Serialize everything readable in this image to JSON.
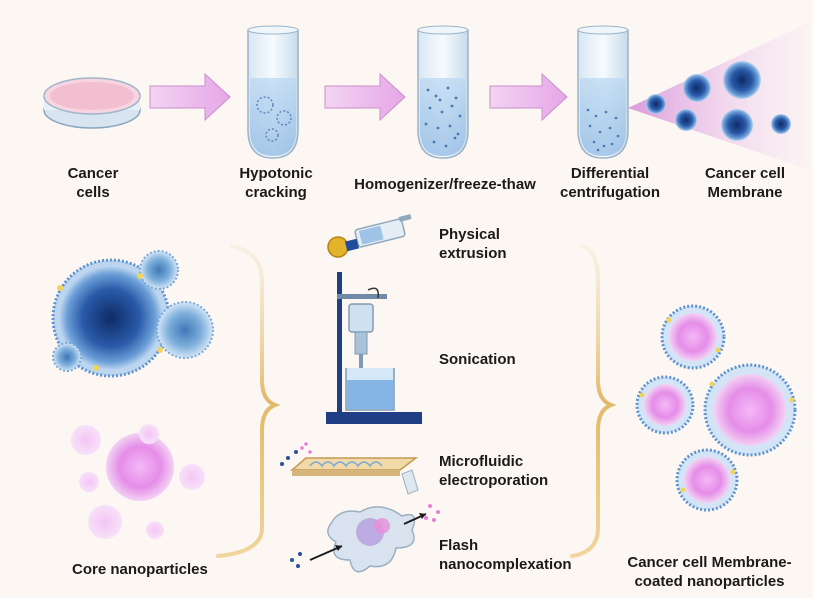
{
  "top_steps": [
    {
      "label": "Cancer\ncells"
    },
    {
      "label": "Hypotonic\ncracking"
    },
    {
      "label": "Homogenizer/freeze-thaw"
    },
    {
      "label": "Differential\ncentrifugation"
    },
    {
      "label": "Cancer cell\nMembrane"
    }
  ],
  "methods": [
    {
      "label": "Physical\nextrusion"
    },
    {
      "label": "Sonication"
    },
    {
      "label": "Microfluidic\nelectroporation"
    },
    {
      "label": "Flash\nnanocomplexation"
    }
  ],
  "left_label": "Core nanoparticles",
  "right_label": "Cancer cell Membrane-\ncoated nanoparticles",
  "colors": {
    "background": "#fcf7f2",
    "arrow": "#ecb6ec",
    "membrane": "#3a78c2",
    "core": "#e58de8",
    "bracket": "#e8c98a"
  }
}
